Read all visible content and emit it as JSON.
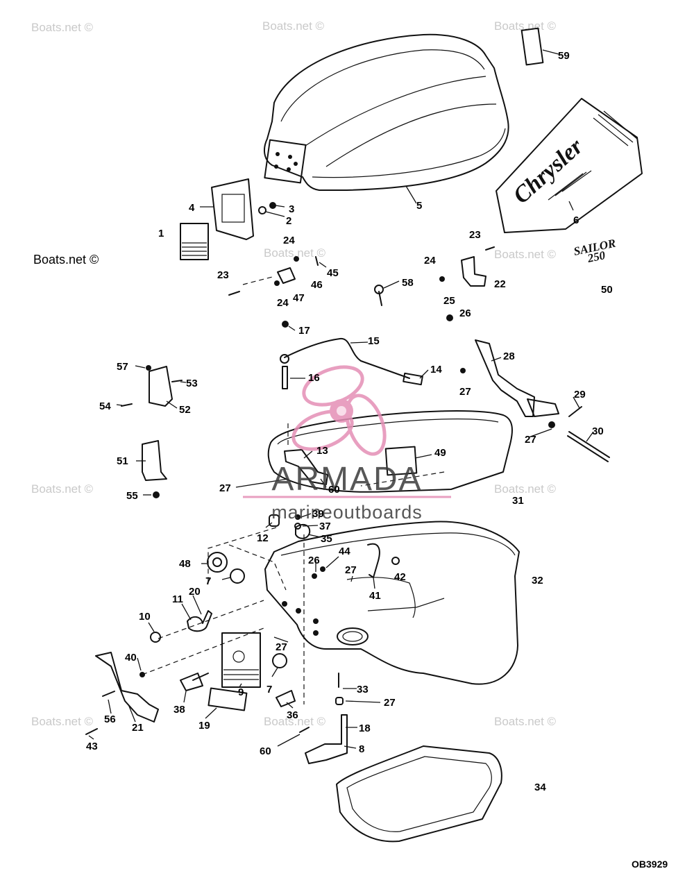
{
  "watermark": {
    "site_text": "Boats.net ©",
    "brand_name": "ARMADA",
    "brand_tagline": "marineoutboards",
    "brand_color": "#e48fb6"
  },
  "decals": {
    "name_decal": "Chrysler",
    "model_decal_line1": "SAILOR",
    "model_decal_line2": "250"
  },
  "drawing_code": "OB3929",
  "callouts": [
    "1",
    "2",
    "3",
    "4",
    "5",
    "6",
    "7",
    "7",
    "8",
    "9",
    "10",
    "11",
    "12",
    "13",
    "14",
    "15",
    "16",
    "17",
    "18",
    "19",
    "20",
    "21",
    "22",
    "23",
    "23",
    "24",
    "24",
    "24",
    "25",
    "26",
    "26",
    "27",
    "27",
    "27",
    "27",
    "27",
    "27",
    "28",
    "29",
    "30",
    "31",
    "32",
    "33",
    "34",
    "35",
    "36",
    "37",
    "38",
    "39",
    "40",
    "41",
    "42",
    "43",
    "44",
    "45",
    "46",
    "47",
    "48",
    "49",
    "50",
    "51",
    "52",
    "53",
    "54",
    "55",
    "56",
    "57",
    "58",
    "59",
    "60",
    "60"
  ]
}
